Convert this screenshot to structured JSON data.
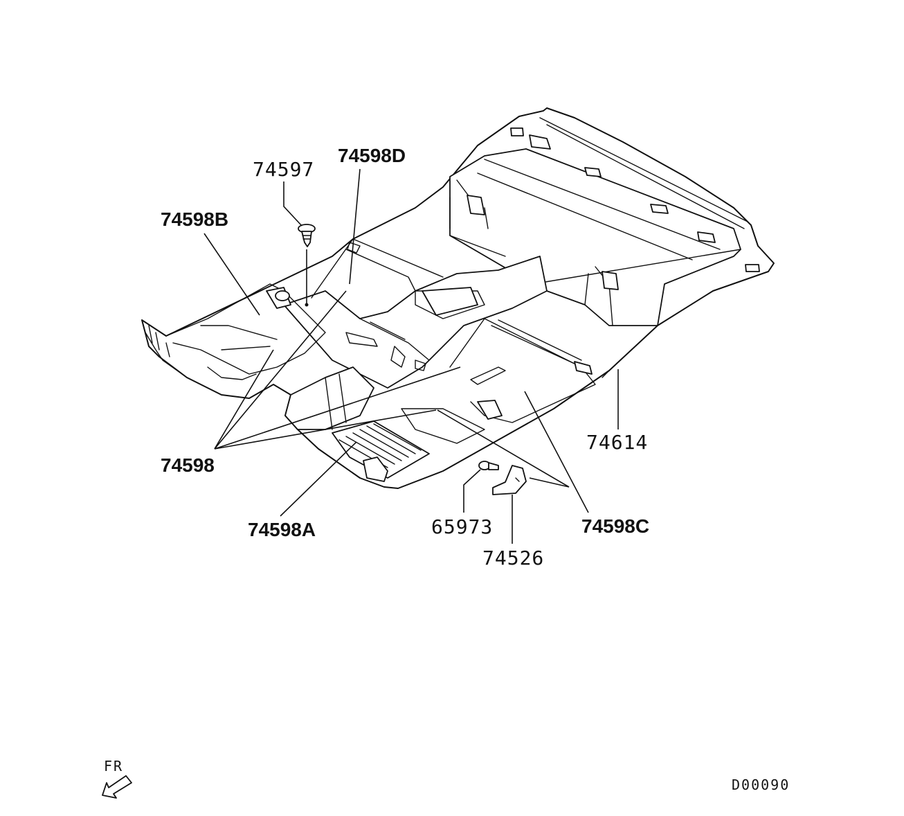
{
  "labels": {
    "p74597": "74597",
    "p74598D": "74598D",
    "p74598B": "74598B",
    "p74598": "74598",
    "p74598A": "74598A",
    "p65973": "65973",
    "p74526": "74526",
    "p74598C": "74598C",
    "p74614": "74614"
  },
  "direction": {
    "label": "FR"
  },
  "diagram_code": "D00090"
}
